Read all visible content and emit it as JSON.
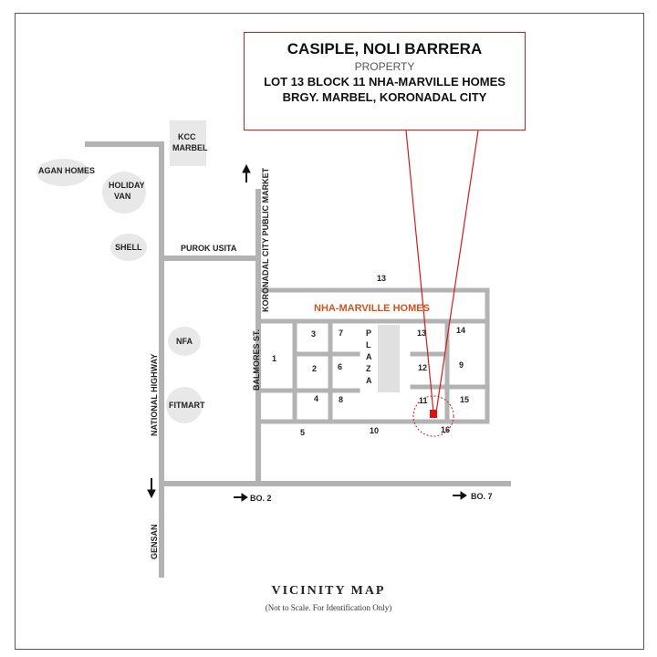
{
  "property": {
    "owner": "CASIPLE, NOLI BARRERA",
    "type": "PROPERTY",
    "lot": "LOT 13 BLOCK 11 NHA-MARVILLE HOMES",
    "address": "BRGY. MARBEL, KORONADAL CITY"
  },
  "landmarks": {
    "agan": "AGAN HOMES",
    "holiday_1": "HOLIDAY",
    "holiday_2": "VAN",
    "shell": "SHELL",
    "kcc_1": "KCC",
    "kcc_2": "MARBEL",
    "nfa": "NFA",
    "fitmart": "FITMART"
  },
  "roads": {
    "purok": "PUROK USITA",
    "public_market": "KORONADAL CITY PUBLIC MARKET",
    "balmores": "BALMORES ST.",
    "highway": "NATIONAL HIGHWAY",
    "gensan": "GENSAN",
    "bo2": "BO. 2",
    "bo7": "BO. 7"
  },
  "subdivision": {
    "name": "NHA-MARVILLE HOMES",
    "plaza_letters": [
      "P",
      "L",
      "A",
      "Z",
      "A"
    ],
    "blocks": [
      "13",
      "1",
      "3",
      "7",
      "2",
      "6",
      "4",
      "8",
      "5",
      "10",
      "13",
      "14",
      "12",
      "9",
      "11",
      "15",
      "16"
    ]
  },
  "footer": {
    "title": "VICINITY MAP",
    "subtitle": "(Not to Scale. For Identification Only)"
  },
  "colors": {
    "road": "#b3b3b3",
    "callout_border": "#d51b1b",
    "subdivision_label": "#d0531c",
    "marker": "#e01010"
  }
}
